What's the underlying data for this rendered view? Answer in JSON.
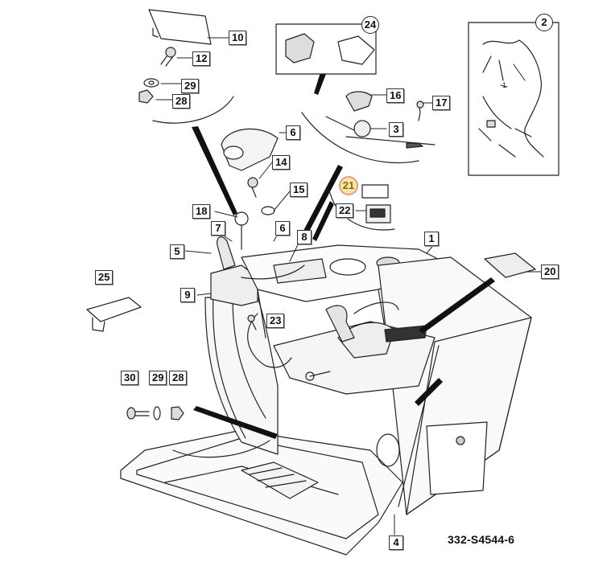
{
  "diagram": {
    "reference_code": "332-S4544-6",
    "highlighted_part": "21",
    "accent_color": "#f7e4a8",
    "callouts": {
      "c1": "1",
      "c2": "2",
      "c3": "3",
      "c4": "4",
      "c5": "5",
      "c6a": "6",
      "c6b": "6",
      "c7": "7",
      "c8": "8",
      "c9": "9",
      "c10": "10",
      "c12": "12",
      "c14": "14",
      "c15": "15",
      "c16": "16",
      "c17": "17",
      "c18": "18",
      "c20": "20",
      "c21": "21",
      "c22": "22",
      "c23": "23",
      "c24": "24",
      "c25": "25",
      "c28a": "28",
      "c28b": "28",
      "c29a": "29",
      "c29b": "29",
      "c30": "30"
    },
    "inset_labels": {
      "harness_wire": "1"
    }
  }
}
